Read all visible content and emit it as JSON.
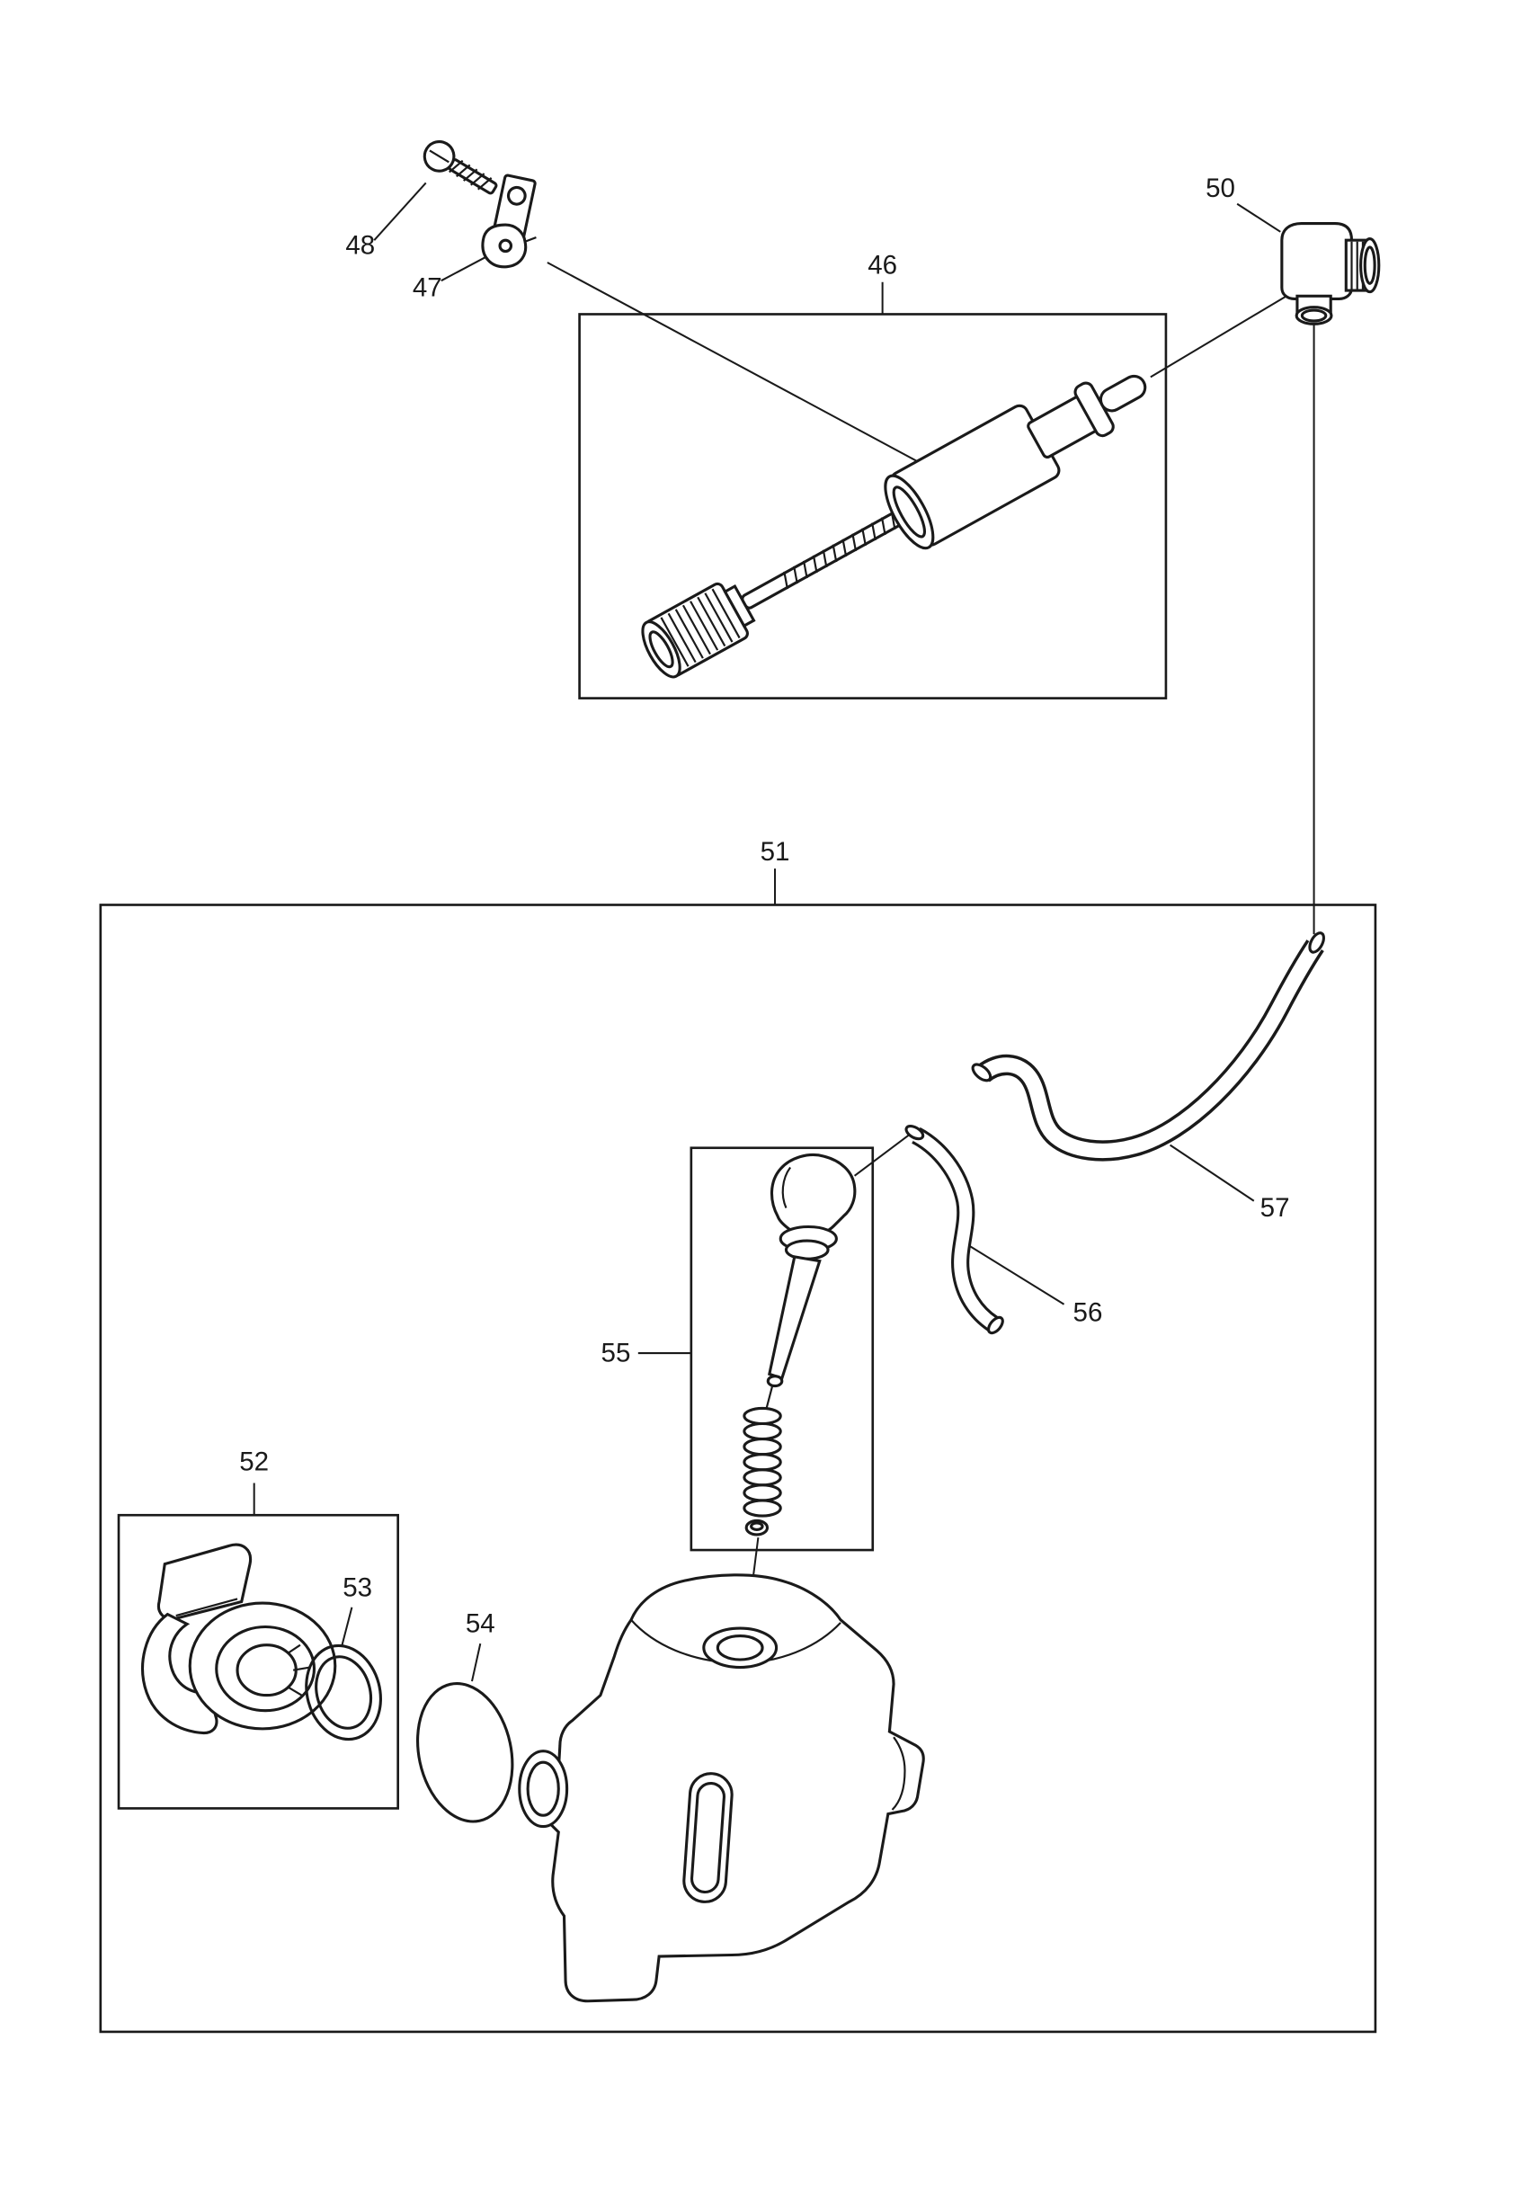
{
  "diagram": {
    "background": "#ffffff",
    "line_color": "#1a1a1a"
  },
  "labels": {
    "p46": "46",
    "p47": "47",
    "p48": "48",
    "p50": "50",
    "p51": "51",
    "p52": "52",
    "p53": "53",
    "p54": "54",
    "p55": "55",
    "p56": "56",
    "p57": "57"
  }
}
